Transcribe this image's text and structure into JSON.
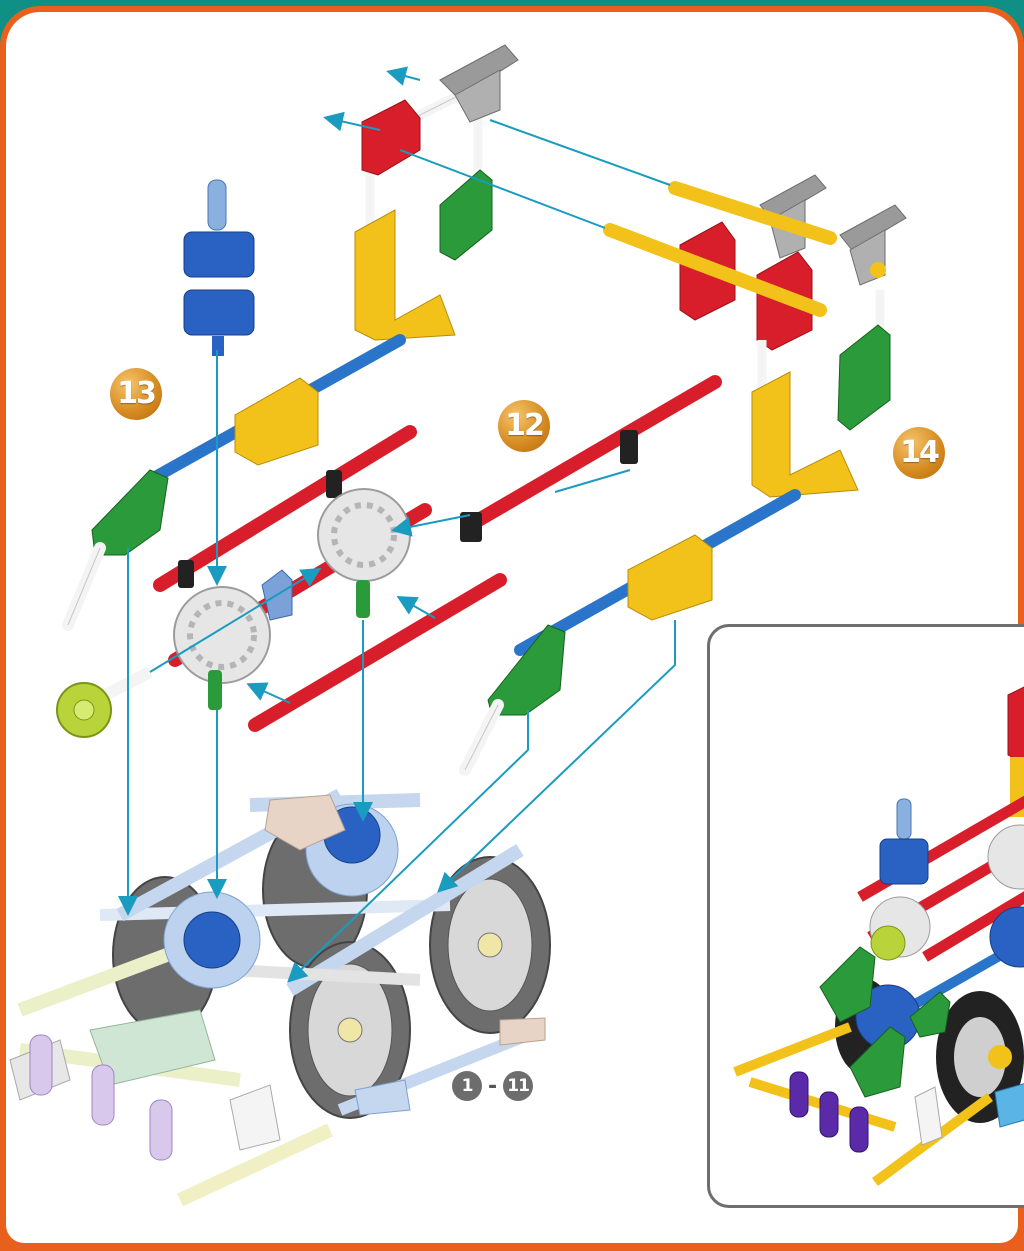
{
  "steps": {
    "step_12": "12",
    "step_13": "13",
    "step_14": "14"
  },
  "range": {
    "from": "1",
    "separator": "-",
    "to": "11"
  },
  "colors": {
    "background_teal": "#0f8f86",
    "frame_orange": "#e8601c",
    "badge_gold": "#d4891f",
    "rod_red": "#d81e2a",
    "rod_blue": "#2a74c9",
    "rod_yellow": "#f2c21b",
    "connector_gray": "#8e8e8e",
    "connector_green": "#2a9a3a",
    "gear_white": "#e6e6e6",
    "gear_blue": "#2a62c4",
    "guide_line": "#1a9bc0"
  }
}
